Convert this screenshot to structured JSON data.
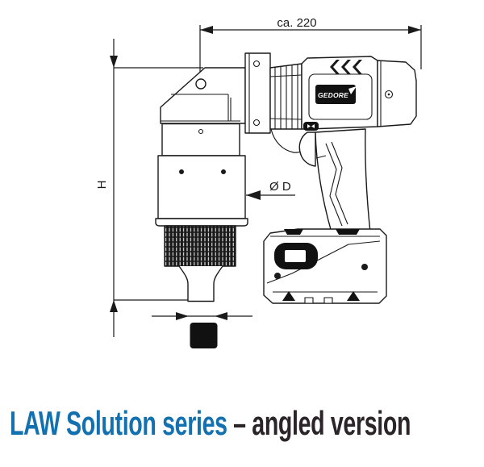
{
  "figure": {
    "title": {
      "series": "LAW Solution series",
      "variant": "– angled version"
    },
    "colors": {
      "series_blue": "#1371b0",
      "variant_dark": "#2b2428",
      "line_art": "#1a1a1a",
      "background": "#ffffff"
    }
  },
  "dimensions": {
    "length_label": "ca. 220",
    "height_label": "H",
    "diameter_label": "Ø D"
  },
  "tool": {
    "brand": "GEDORE",
    "type_drawing": "angled torque wrench with battery drive, side view line drawing"
  }
}
